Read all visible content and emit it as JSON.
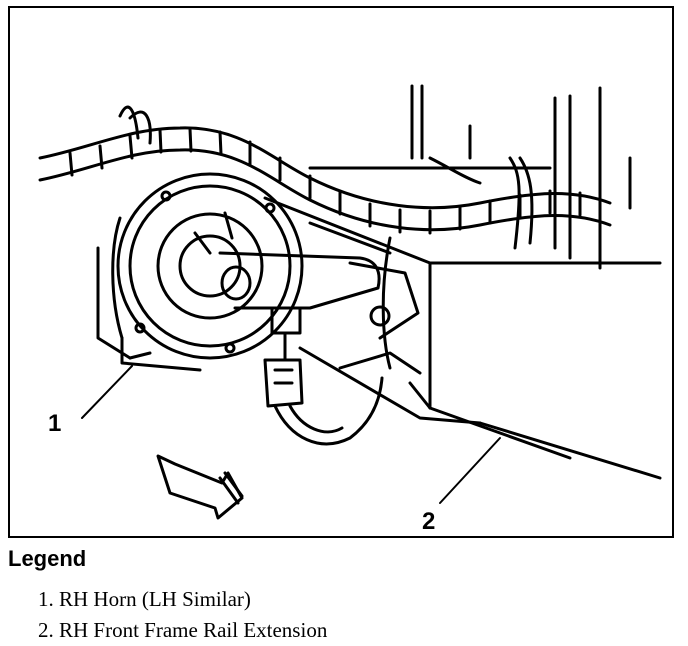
{
  "diagram": {
    "callouts": [
      {
        "id": "1",
        "label": "1"
      },
      {
        "id": "2",
        "label": "2"
      }
    ]
  },
  "legend": {
    "title": "Legend",
    "items": [
      "1. RH Horn (LH Similar)",
      "2. RH Front Frame Rail Extension"
    ]
  },
  "colors": {
    "ink": "#000000",
    "paper": "#ffffff"
  }
}
